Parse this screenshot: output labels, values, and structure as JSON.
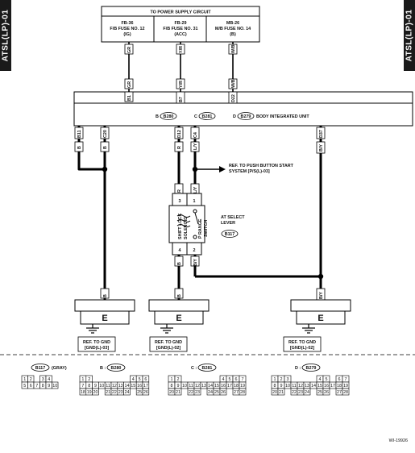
{
  "side_label": "ATSL(LP)-01",
  "top_box": {
    "title": "TO POWER SUPPLY CIRCUIT",
    "fuses": [
      {
        "l1": "FB-36",
        "l2": "F/B FUSE NO. 12",
        "l3": "(IG)"
      },
      {
        "l1": "FB-29",
        "l2": "F/B FUSE NO. 31",
        "l3": "(ACC)"
      },
      {
        "l1": "MB-26",
        "l2": "M/B FUSE NO. 14",
        "l3": "(B)"
      }
    ]
  },
  "top_wires": [
    {
      "color": "GR",
      "pin": "B1",
      "pin_color": "GR"
    },
    {
      "color": "Y/R",
      "pin": "B7",
      "pin_color": "Y/R"
    },
    {
      "color": "W/B",
      "pin": "D22",
      "pin_color": "W/B"
    }
  ],
  "biu": {
    "b_prefix": "B :",
    "b_conn": "B280",
    "c_prefix": "C :",
    "c_conn": "B281",
    "d_prefix": "D :",
    "d_conn": "B279",
    "name": "BODY INTEGRATED UNIT"
  },
  "bottom_pins": [
    {
      "pin": "B11",
      "color": "B"
    },
    {
      "pin": "C20",
      "color": "B"
    },
    {
      "pin": "D12",
      "color": "R"
    },
    {
      "pin": "C4",
      "color": "L/Y"
    },
    {
      "pin": "D37",
      "color": "B/Y"
    }
  ],
  "ref_push": {
    "l1": "REF. TO PUSH BUTTON START",
    "l2": "SYSTEM [P/S(L)-03]"
  },
  "switch": {
    "pin3": "3",
    "pin1": "1",
    "pin4": "4",
    "pin2": "2",
    "wire_r": "R",
    "wire_ly": "L/Y",
    "wire_b": "B",
    "wire_by": "B/Y",
    "sol_l1": "SHIFT LOCK",
    "sol_l2": "SOLENOID",
    "psw_l1": "P RANGE",
    "psw_l2": "SWITCH",
    "at1": "AT SELECT",
    "at2": "LEVER",
    "conn": "B117"
  },
  "grounds": [
    {
      "wire": "B",
      "label": "E",
      "ref1": "REF. TO GND",
      "ref2": "[GND(L)-03]"
    },
    {
      "wire": "B",
      "label": "E",
      "ref1": "REF. TO GND",
      "ref2": "[GND(L)-02]"
    },
    {
      "wire": "B/Y",
      "label": "E",
      "ref1": "REF. TO GND",
      "ref2": "[GND(L)-02]"
    }
  ],
  "connectors": {
    "c1": {
      "conn": "B117",
      "suffix": "(GRAY)",
      "row1": [
        "1",
        "2",
        "",
        "3",
        "4"
      ],
      "row2": [
        "5",
        "6",
        "7",
        "8",
        "9",
        "10"
      ]
    },
    "c2": {
      "prefix": "B :",
      "conn": "B280",
      "row1": [
        "1",
        "2",
        "",
        "",
        "",
        "",
        "",
        "",
        "4",
        "5",
        "6"
      ],
      "row2": [
        "7",
        "8",
        "9",
        "10",
        "11",
        "12",
        "13",
        "14",
        "15",
        "16",
        "17"
      ],
      "row3": [
        "18",
        "19",
        "20",
        "",
        "21",
        "22",
        "23",
        "24",
        "",
        "25",
        "26"
      ]
    },
    "c3": {
      "prefix": "C :",
      "conn": "B281",
      "row1": [
        "1",
        "2",
        "",
        "",
        "",
        "",
        "",
        "",
        "4",
        "5",
        "6",
        "7"
      ],
      "row2": [
        "8",
        "9",
        "10",
        "11",
        "12",
        "13",
        "14",
        "15",
        "16",
        "17",
        "18",
        "19"
      ],
      "row3": [
        "20",
        "21",
        "",
        "22",
        "23",
        "",
        "24",
        "25",
        "26",
        "",
        "27",
        "28"
      ]
    },
    "c4": {
      "prefix": "D :",
      "conn": "B279",
      "row1": [
        "1",
        "2",
        "3",
        "",
        "",
        "",
        "",
        "4",
        "5",
        "",
        "6",
        "7"
      ],
      "row2": [
        "8",
        "9",
        "10",
        "11",
        "12",
        "13",
        "14",
        "15",
        "16",
        "17",
        "18",
        "19"
      ],
      "row3": [
        "20",
        "21",
        "",
        "22",
        "23",
        "24",
        "",
        "25",
        "26",
        "",
        "27",
        "28"
      ]
    }
  },
  "footer_code": "WI-19926"
}
